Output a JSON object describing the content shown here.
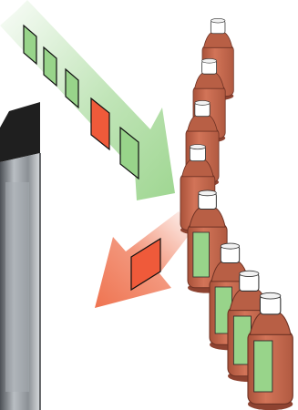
{
  "diagram": {
    "colors": {
      "label_good": "#98d48a",
      "label_reject": "#ef5a3a",
      "bottle_body": "#c96a4e",
      "bottle_shoulder": "#b85f45",
      "bottle_cap": "#ffffff",
      "flow_in": "#8ecf7e",
      "flow_out": "#ee6c47",
      "machine_dark": "#1f1f1f",
      "machine_metal": "#9ea3a8"
    },
    "incoming_labels": [
      {
        "status": "good"
      },
      {
        "status": "good"
      },
      {
        "status": "good"
      },
      {
        "status": "reject"
      },
      {
        "status": "good"
      }
    ],
    "rejected_labels": [
      {
        "status": "reject"
      }
    ],
    "bottles": [
      {
        "labeled": false
      },
      {
        "labeled": false
      },
      {
        "labeled": false
      },
      {
        "labeled": false
      },
      {
        "labeled": true
      },
      {
        "labeled": true
      },
      {
        "labeled": true
      },
      {
        "labeled": true
      }
    ],
    "machine": {
      "icon": "labeling-machine-photo"
    }
  }
}
